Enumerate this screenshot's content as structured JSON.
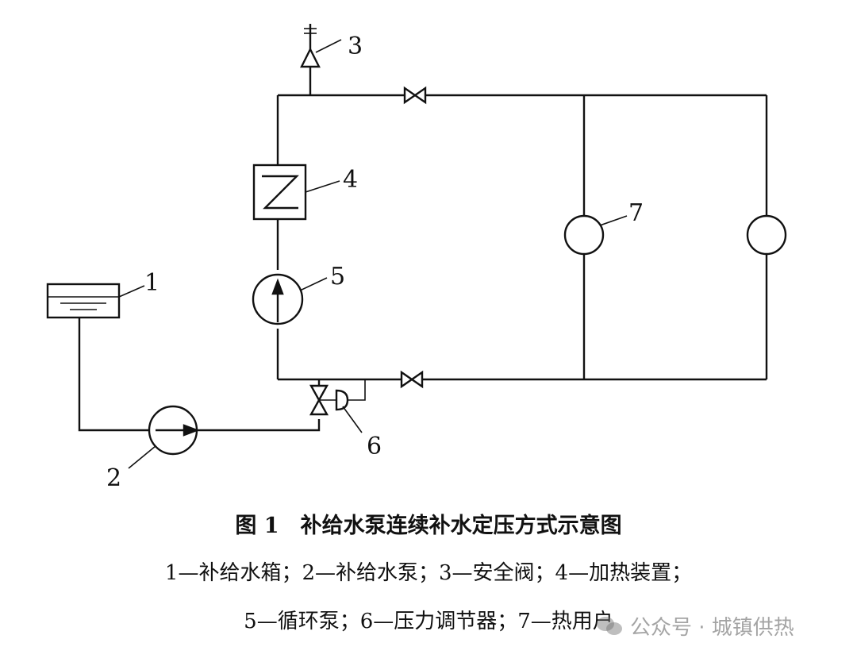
{
  "figure_title": "图 1　补给水泵连续补水定压方式示意图",
  "labels": {
    "l1": "1",
    "l2": "2",
    "l3": "3",
    "l4": "4",
    "l5": "5",
    "l6": "6",
    "l7": "7"
  },
  "legend": {
    "line1": "1—补给水箱；2—补给水泵；3—安全阀；4—加热装置；",
    "line2": "5—循环泵；6—压力调节器；7—热用户"
  },
  "watermark": "公众号 · 城镇供热"
}
